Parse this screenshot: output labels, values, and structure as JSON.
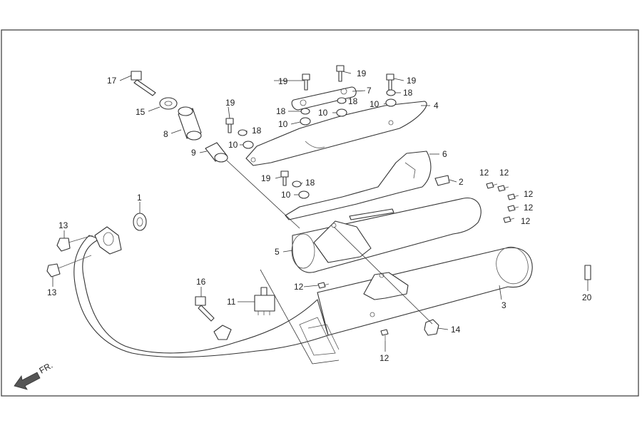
{
  "diagram": {
    "direction_label": "FR.",
    "labels": {
      "p1": "1",
      "p2": "2",
      "p3": "3",
      "p4": "4",
      "p5": "5",
      "p6": "6",
      "p7": "7",
      "p8": "8",
      "p9": "9",
      "p10": "10",
      "p11": "11",
      "p12": "12",
      "p13": "13",
      "p14": "14",
      "p15": "15",
      "p16": "16",
      "p17": "17",
      "p18": "18",
      "p19": "19",
      "p20": "20"
    }
  }
}
